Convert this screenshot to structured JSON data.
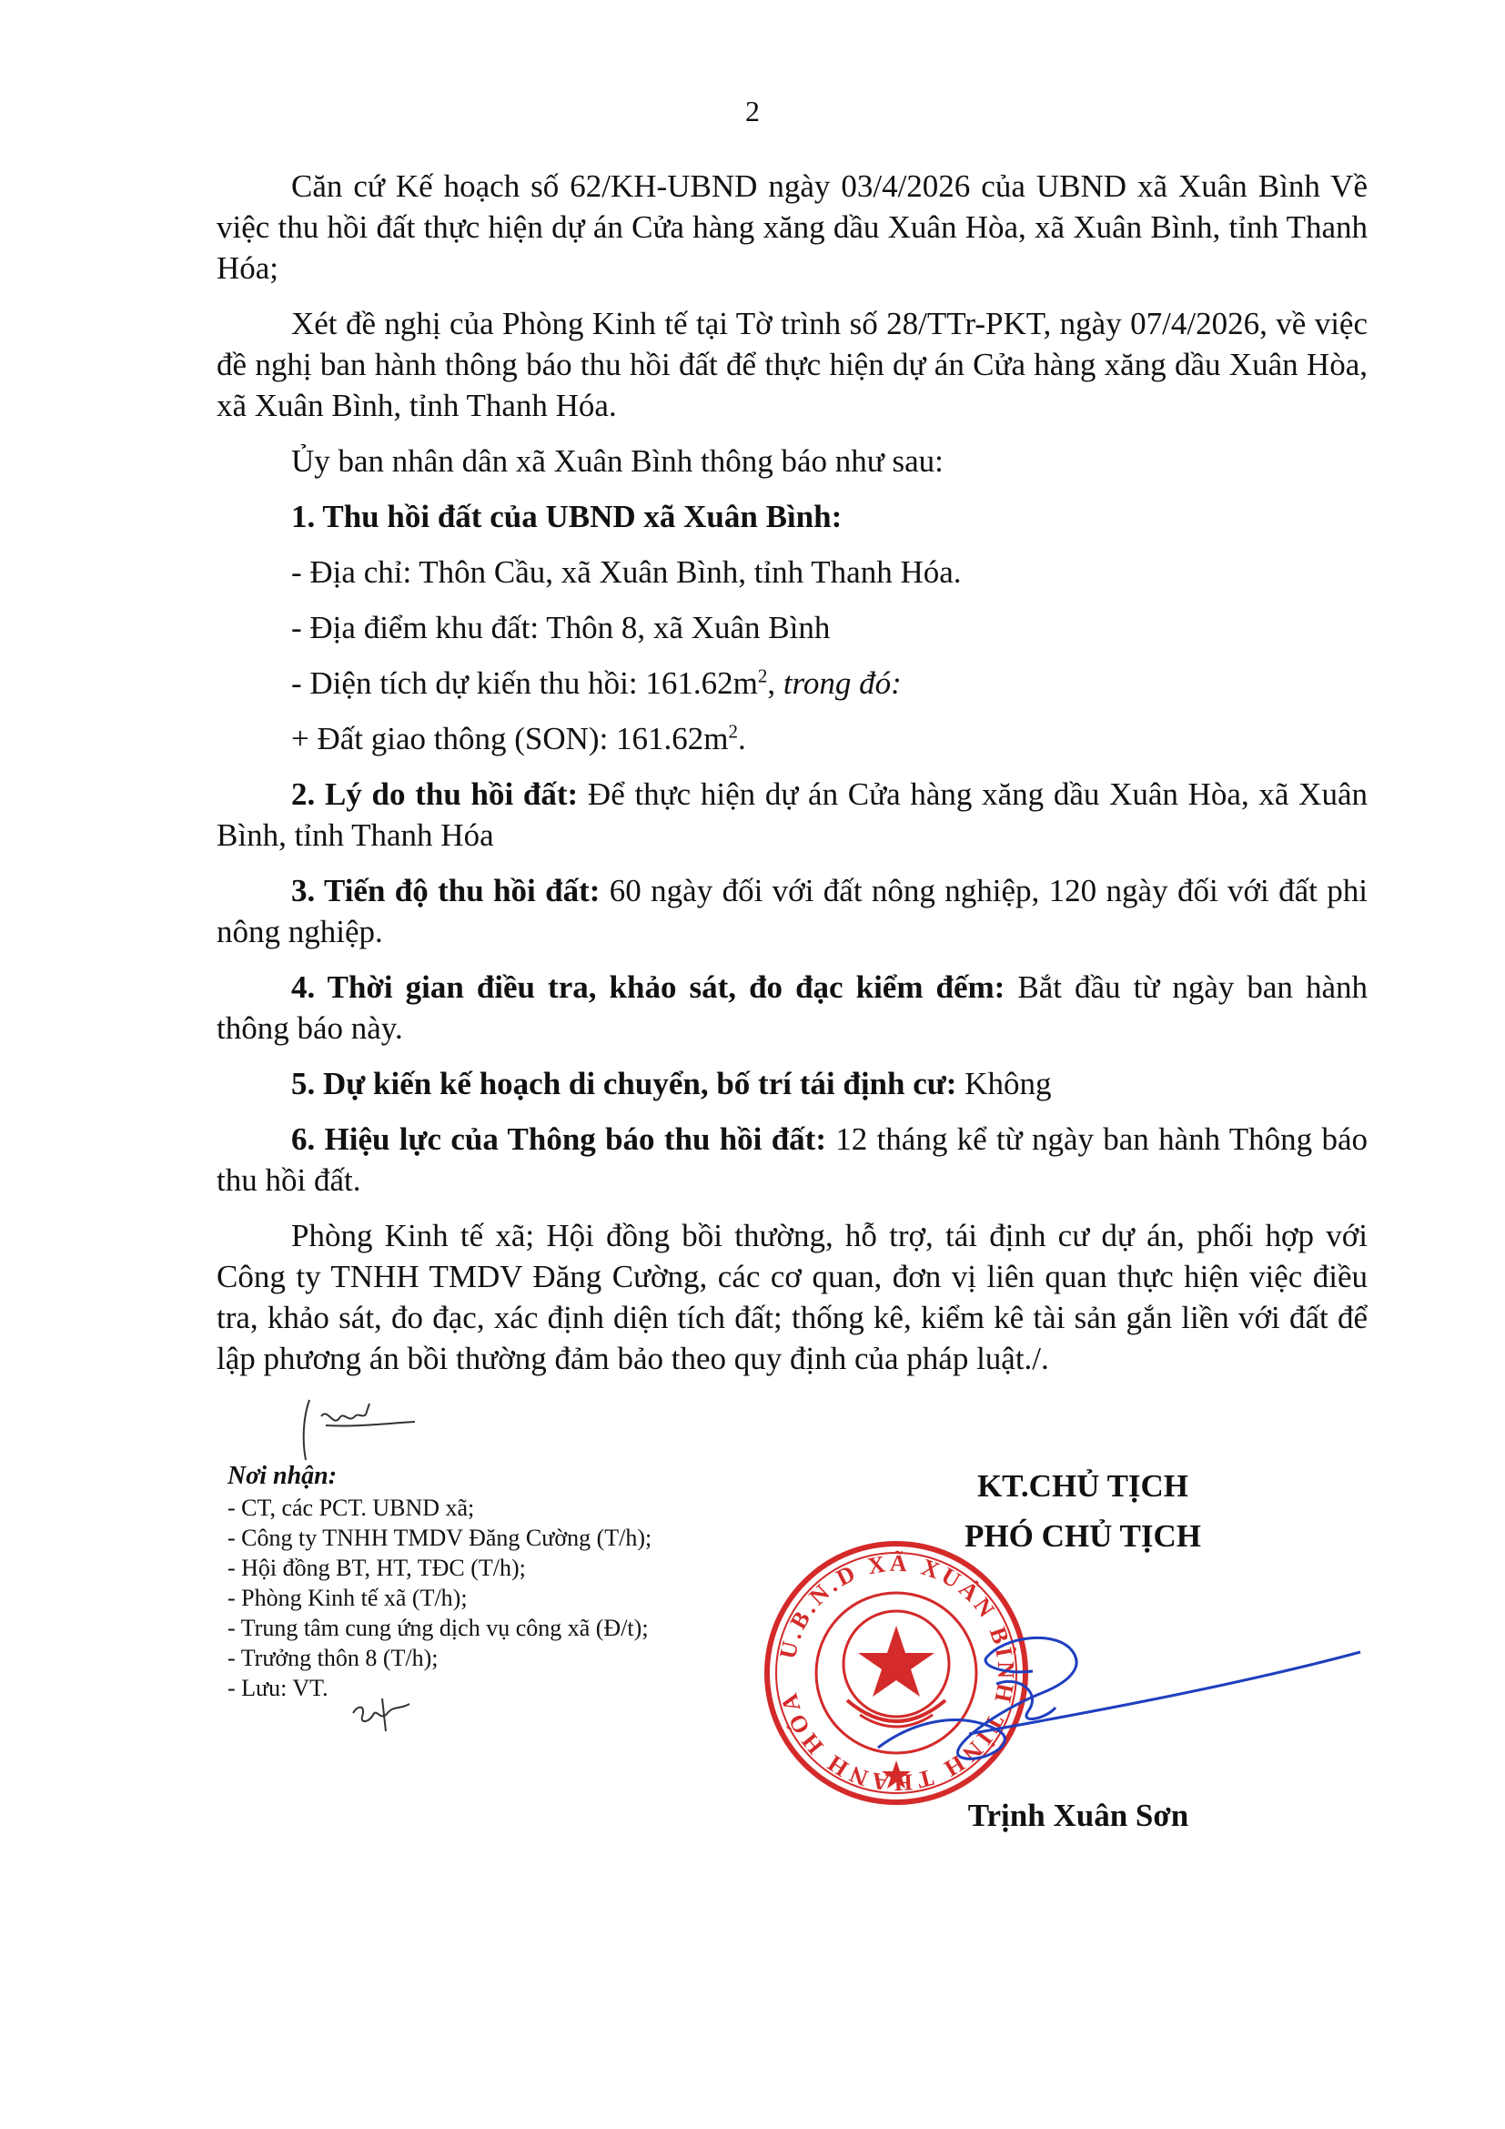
{
  "page_number": "2",
  "paragraphs": {
    "p1": "Căn cứ Kế hoạch số 62/KH-UBND ngày 03/4/2026 của UBND xã Xuân Bình Về việc thu hồi đất thực hiện dự án Cửa hàng xăng dầu Xuân Hòa, xã Xuân Bình, tỉnh Thanh Hóa;",
    "p2": "Xét đề nghị của Phòng Kinh tế tại Tờ trình số  28/TTr-PKT, ngày 07/4/2026, về việc đề nghị ban hành thông báo thu hồi đất để thực hiện dự án Cửa hàng xăng dầu Xuân Hòa, xã Xuân Bình, tỉnh Thanh Hóa.",
    "p3": "Ủy ban nhân dân xã Xuân Bình thông báo như sau:"
  },
  "section1": {
    "heading": "1. Thu hồi đất của UBND xã Xuân Bình:",
    "address": "- Địa chỉ: Thôn Cầu, xã Xuân Bình, tỉnh Thanh Hóa.",
    "location": "- Địa điểm khu đất: Thôn 8, xã Xuân Bình",
    "area_label": "- Diện tích dự kiến thu hồi: 161.62m",
    "area_sup": "2",
    "area_suffix": ", ",
    "area_italic": "trong đó:",
    "road_label": "+ Đất giao thông (SON): 161.62m",
    "road_sup": "2",
    "road_suffix": "."
  },
  "section2": {
    "heading": "2. Lý do thu hồi đất:",
    "text": " Để thực hiện dự án Cửa hàng xăng dầu Xuân Hòa, xã Xuân Bình, tỉnh Thanh Hóa"
  },
  "section3": {
    "heading": "3. Tiến độ thu hồi đất:",
    "text": " 60 ngày đối với đất nông nghiệp, 120 ngày đối với đất phi nông nghiệp."
  },
  "section4": {
    "heading": "4. Thời gian điều tra, khảo sát, đo đạc kiểm đếm:",
    "text": " Bắt đầu từ ngày ban hành thông báo này."
  },
  "section5": {
    "heading": "5. Dự kiến kế hoạch di chuyển, bố trí tái định cư:",
    "text": " Không"
  },
  "section6": {
    "heading": "6. Hiệu lực của Thông báo thu hồi đất:",
    "text": " 12 tháng kể từ ngày ban hành Thông báo thu hồi đất."
  },
  "closing": "Phòng Kinh tế xã; Hội đồng bồi thường, hỗ trợ, tái định cư dự án, phối hợp với Công ty TNHH TMDV Đăng Cường, các cơ quan, đơn vị liên quan thực hiện việc điều tra, khảo sát, đo đạc, xác định diện tích đất; thống kê, kiểm kê tài sản gắn liền với đất để lập phương án bồi thường đảm bảo theo quy định của pháp luật./.",
  "recipients": {
    "heading": "Nơi nhận:",
    "items": [
      "- CT, các PCT. UBND xã;",
      "- Công ty TNHH TMDV Đăng Cường (T/h);",
      "- Hội đồng BT, HT, TĐC (T/h);",
      "- Phòng Kinh tế xã (T/h);",
      "- Trung tâm cung ứng dịch vụ công xã (Đ/t);",
      "- Trưởng thôn 8 (T/h);",
      "- Lưu: VT."
    ]
  },
  "signature": {
    "title1": "KT.CHỦ TỊCH",
    "title2": "PHÓ CHỦ TỊCH",
    "name": "Trịnh Xuân Sơn"
  },
  "seal": {
    "text": "U.B.N.D XÃ XUÂN BÌNH TỈNH THANH HÓA",
    "color": "#d42a2a"
  },
  "ink_color": "#1f3fbf"
}
